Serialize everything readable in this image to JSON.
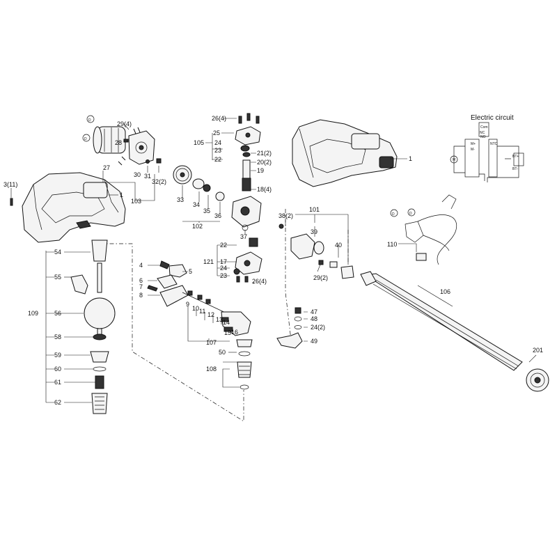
{
  "callouts": [
    {
      "id": "c3",
      "text": "3(11)"
    },
    {
      "id": "c1a",
      "text": "1"
    },
    {
      "id": "c1b",
      "text": "1"
    },
    {
      "id": "c29a",
      "text": "29(4)"
    },
    {
      "id": "c26a",
      "text": "26(4)"
    },
    {
      "id": "c25",
      "text": "25"
    },
    {
      "id": "c105",
      "text": "105"
    },
    {
      "id": "c24a",
      "text": "24"
    },
    {
      "id": "c23a",
      "text": "23"
    },
    {
      "id": "c22a",
      "text": "22"
    },
    {
      "id": "c21",
      "text": "21(2)"
    },
    {
      "id": "c20",
      "text": "20(2)"
    },
    {
      "id": "c19",
      "text": "19"
    },
    {
      "id": "c18",
      "text": "18(4)"
    },
    {
      "id": "c28",
      "text": "28"
    },
    {
      "id": "c27",
      "text": "27"
    },
    {
      "id": "c30",
      "text": "30"
    },
    {
      "id": "c31",
      "text": "31"
    },
    {
      "id": "c32",
      "text": "32(2)"
    },
    {
      "id": "c103",
      "text": "103"
    },
    {
      "id": "c33",
      "text": "33"
    },
    {
      "id": "c34",
      "text": "34"
    },
    {
      "id": "c35",
      "text": "35"
    },
    {
      "id": "c36",
      "text": "36"
    },
    {
      "id": "c102",
      "text": "102"
    },
    {
      "id": "c37",
      "text": "37"
    },
    {
      "id": "c38",
      "text": "38(2)"
    },
    {
      "id": "c101",
      "text": "101"
    },
    {
      "id": "c39",
      "text": "39"
    },
    {
      "id": "c40",
      "text": "40"
    },
    {
      "id": "c110",
      "text": "110"
    },
    {
      "id": "c54",
      "text": "54"
    },
    {
      "id": "c55",
      "text": "55"
    },
    {
      "id": "c109",
      "text": "109"
    },
    {
      "id": "c56",
      "text": "56"
    },
    {
      "id": "c58",
      "text": "58"
    },
    {
      "id": "c59",
      "text": "59"
    },
    {
      "id": "c60",
      "text": "60"
    },
    {
      "id": "c61",
      "text": "61"
    },
    {
      "id": "c62",
      "text": "62"
    },
    {
      "id": "c22b",
      "text": "22"
    },
    {
      "id": "c121",
      "text": "121"
    },
    {
      "id": "c17",
      "text": "17"
    },
    {
      "id": "c24b",
      "text": "24"
    },
    {
      "id": "c23b",
      "text": "23"
    },
    {
      "id": "c26b",
      "text": "26(4)"
    },
    {
      "id": "c29b",
      "text": "29(2)"
    },
    {
      "id": "c4",
      "text": "4"
    },
    {
      "id": "c5",
      "text": "5"
    },
    {
      "id": "c6",
      "text": "6"
    },
    {
      "id": "c7",
      "text": "7"
    },
    {
      "id": "c8",
      "text": "8"
    },
    {
      "id": "c9",
      "text": "9"
    },
    {
      "id": "c10",
      "text": "10"
    },
    {
      "id": "c11",
      "text": "11"
    },
    {
      "id": "c12",
      "text": "12"
    },
    {
      "id": "c13",
      "text": "13"
    },
    {
      "id": "c14",
      "text": "14"
    },
    {
      "id": "c15",
      "text": "15"
    },
    {
      "id": "c16",
      "text": "16"
    },
    {
      "id": "c107",
      "text": "107"
    },
    {
      "id": "c47",
      "text": "47"
    },
    {
      "id": "c48",
      "text": "48"
    },
    {
      "id": "c24c",
      "text": "24(2)"
    },
    {
      "id": "c49",
      "text": "49"
    },
    {
      "id": "c50",
      "text": "50"
    },
    {
      "id": "c108",
      "text": "108"
    },
    {
      "id": "c106",
      "text": "106"
    },
    {
      "id": "c201",
      "text": "201"
    }
  ],
  "electric_circuit": {
    "title": "Electric circuit",
    "labels": [
      "Com",
      "NC",
      "NO",
      "M+",
      "M-",
      "NTC",
      "BT+",
      "BT-",
      "M"
    ]
  },
  "connector_marks": [
    "D",
    "D",
    "D",
    "D"
  ]
}
